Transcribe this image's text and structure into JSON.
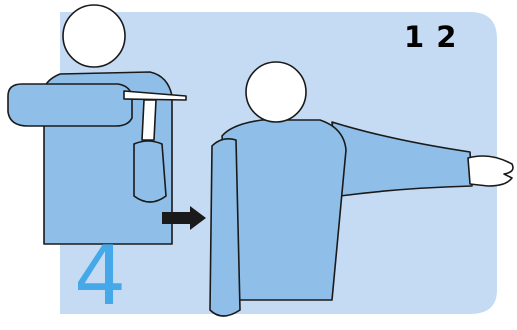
{
  "panel_labels": {
    "first": "1",
    "second": "2"
  },
  "step_number": "4",
  "colors": {
    "panel_background": "#c5dbf3",
    "shirt_fill": "#8fbee8",
    "outline": "#1a1a1a",
    "head_fill": "#ffffff",
    "step_number": "#45a8e8"
  },
  "figures": [
    {
      "pose": "left-arm-horizontal-right-hand-vertical-time-out-signal"
    },
    {
      "pose": "right-arm-extended-sideways-palm-up"
    }
  ],
  "arrow": {
    "direction": "right"
  }
}
